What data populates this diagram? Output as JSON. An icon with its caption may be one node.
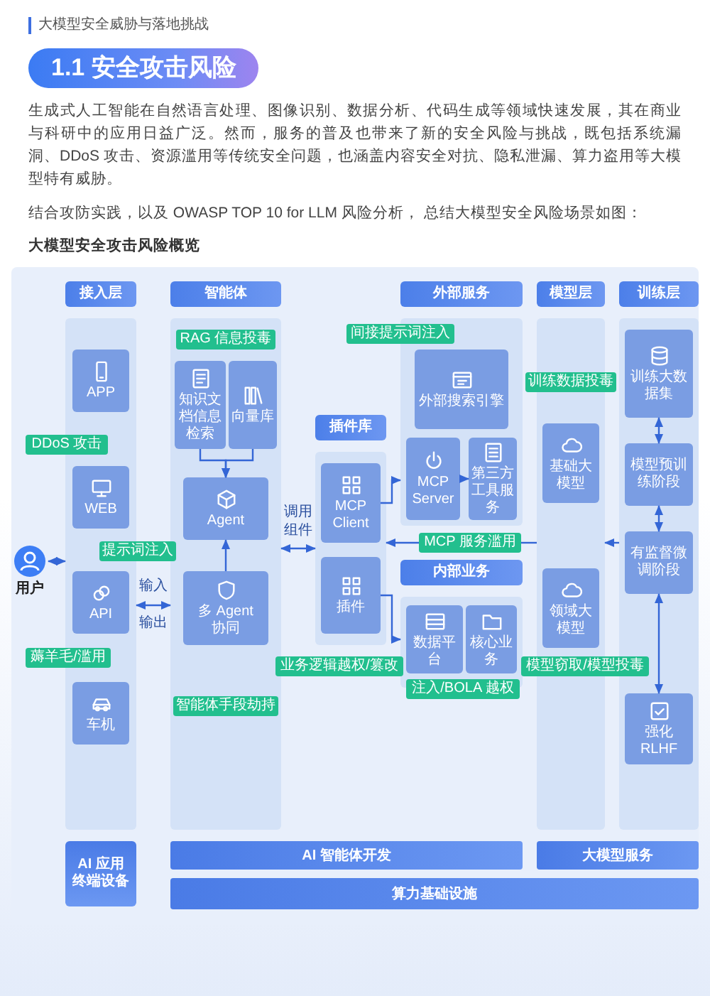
{
  "diagram": {
    "title": "1.1 安全攻击风险",
    "caption": "大模型安全攻击风险概览",
    "labels": [
      "大模型安全威胁与落地挑战",
      "生成式人工智能在自然语言处理、图像识别、数据分析、代码生成等领域快速发展，其在商业与科研中的应用日益广泛。然而，服务的普及也带来了新的安全风险与挑战，既包括系统漏洞、DDoS 攻击、资源滥用等传统安全问题，也涵盖内容安全对抗、隐私泄漏、算力盗用等大模型特有威胁。",
      "结合攻防实践，以及 OWASP TOP 10 for LLM 风险分析， 总结大模型安全风险场景如图："
    ],
    "nodes": [
      {
        "text": [
          "用户"
        ]
      },
      {
        "text": [
          "接入层"
        ]
      },
      {
        "text": [
          "APP"
        ],
        "in": 1
      },
      {
        "text": [
          "WEB"
        ],
        "in": 1
      },
      {
        "text": [
          "API"
        ],
        "in": 1
      },
      {
        "text": [
          "车机"
        ],
        "in": 1
      },
      {
        "text": [
          "DDoS 攻击"
        ]
      },
      {
        "text": [
          "提示词注入"
        ]
      },
      {
        "text": [
          "薅羊毛/滥用"
        ]
      },
      {
        "text": [
          "智能体"
        ]
      },
      {
        "text": [
          "RAG 信息投毒"
        ],
        "in": 9
      },
      {
        "text": [
          "知识文档信息检索"
        ],
        "in": 9
      },
      {
        "text": [
          "向量库"
        ],
        "in": 9
      },
      {
        "text": [
          "Agent"
        ],
        "in": 9
      },
      {
        "text": [
          "多 Agent 协同"
        ],
        "in": 9
      },
      {
        "text": [
          "智能体手段劫持"
        ],
        "in": 9
      },
      {
        "text": [
          "插件库"
        ]
      },
      {
        "text": [
          "MCP Client"
        ],
        "in": 16
      },
      {
        "text": [
          "插件"
        ],
        "in": 16
      },
      {
        "text": [
          "业务逻辑越权/篡改"
        ]
      },
      {
        "text": [
          "外部服务"
        ]
      },
      {
        "text": [
          "间接提示词注入"
        ]
      },
      {
        "text": [
          "外部搜索引擎"
        ],
        "in": 20
      },
      {
        "text": [
          "MCP Server"
        ],
        "in": 20
      },
      {
        "text": [
          "第三方工具服务"
        ],
        "in": 20
      },
      {
        "text": [
          "MCP 服务滥用"
        ]
      },
      {
        "text": [
          "内部业务"
        ]
      },
      {
        "text": [
          "数据平台"
        ],
        "in": 26
      },
      {
        "text": [
          "核心业务"
        ],
        "in": 26
      },
      {
        "text": [
          "注入/BOLA 越权"
        ]
      },
      {
        "text": [
          "模型层"
        ]
      },
      {
        "text": [
          "训练数据投毒"
        ]
      },
      {
        "text": [
          "基础大模型"
        ],
        "in": 30
      },
      {
        "text": [
          "领域大模型"
        ],
        "in": 30
      },
      {
        "text": [
          "模型窃取/模型投毒"
        ]
      },
      {
        "text": [
          "训练层"
        ]
      },
      {
        "text": [
          "训练大数据集"
        ],
        "in": 35
      },
      {
        "text": [
          "模型预训练阶段"
        ],
        "in": 35
      },
      {
        "text": [
          "有监督微调阶段"
        ],
        "in": 35
      },
      {
        "text": [
          "强化 RLHF"
        ],
        "in": 35
      },
      {
        "text": [
          "AI 应用终端设备"
        ]
      },
      {
        "text": [
          "AI 智能体开发"
        ]
      },
      {
        "text": [
          "大模型服务"
        ]
      },
      {
        "text": [
          "算力基础设施"
        ]
      }
    ],
    "edges": [
      {
        "from": 0,
        "to": 1,
        "arrow": "both"
      },
      {
        "from": 1,
        "to": 9,
        "arrow": "both",
        "label": "输入输出"
      },
      {
        "from": 9,
        "to": 16,
        "arrow": "both",
        "label": "调用组件"
      },
      {
        "from": 11,
        "to": 13,
        "arrow": "to"
      },
      {
        "from": 12,
        "to": 13,
        "arrow": "to"
      },
      {
        "from": 14,
        "to": 13,
        "arrow": "to"
      },
      {
        "from": 17,
        "to": 20,
        "arrow": "to"
      },
      {
        "from": 18,
        "to": 26,
        "arrow": "to"
      },
      {
        "from": 23,
        "to": 24,
        "arrow": "to"
      },
      {
        "from": 30,
        "to": 25,
        "arrow": "none"
      },
      {
        "from": 25,
        "to": 16,
        "arrow": "to"
      },
      {
        "from": 35,
        "to": 30,
        "arrow": "to"
      },
      {
        "from": 36,
        "to": 37,
        "arrow": "both"
      },
      {
        "from": 37,
        "to": 38,
        "arrow": "both"
      },
      {
        "from": 38,
        "to": 39,
        "arrow": "both"
      }
    ]
  }
}
